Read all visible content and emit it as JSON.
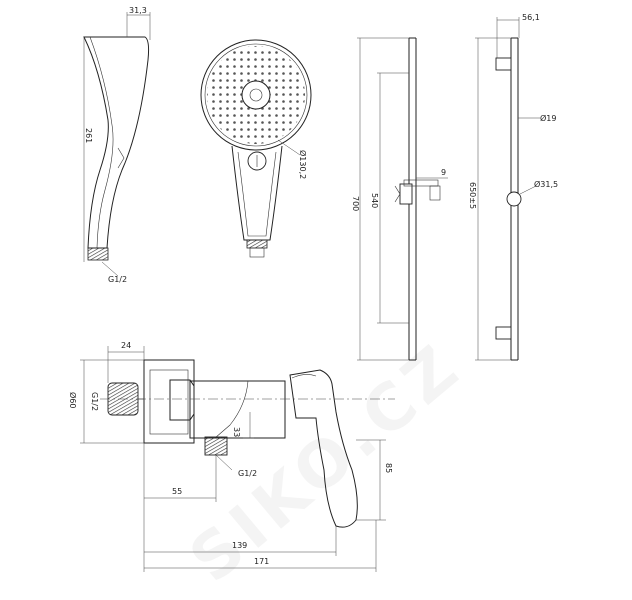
{
  "watermark": "SIKO.CZ",
  "handshower_side": {
    "width_label": "31,3",
    "length_label": "261",
    "thread_label": "G1/2"
  },
  "handshower_front": {
    "diameter_label": "Ø130,2"
  },
  "slide_rail": {
    "total_label": "700",
    "inner_label": "540",
    "holder_label": "9"
  },
  "rail_side": {
    "offset_label": "56,1",
    "tube_label": "Ø19",
    "slider_label": "Ø31,5",
    "distance_label": "650±5"
  },
  "mixer": {
    "top_label": "24",
    "body_label": "Ø60",
    "inlet_label": "G1/2",
    "height_label": "33",
    "outlet_label": "G1/2",
    "lever_label": "85",
    "wall_label": "55",
    "depth_label": "139",
    "total_label": "171"
  }
}
